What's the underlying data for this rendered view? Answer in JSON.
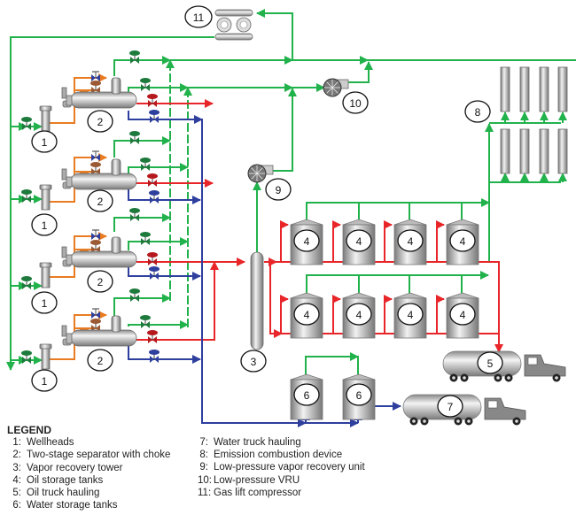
{
  "diagram": {
    "title": "Oil and gas production facility process flow",
    "colors": {
      "gas": "#22b24c",
      "production": "#e97c22",
      "oil": "#e8262a",
      "water": "#2e3f9e",
      "vessel": "#a8a8a8"
    },
    "labels": {
      "wellhead": "1",
      "separator": "2",
      "vapor_tower": "3",
      "oil_tank": "4",
      "oil_truck": "5",
      "water_tank": "6",
      "water_truck": "7",
      "combustion": "8",
      "lp_vru_unit": "9",
      "lp_vru": "10",
      "gas_lift": "11"
    }
  },
  "legend": {
    "title": "LEGEND",
    "items": [
      {
        "num": "1:",
        "text": "Wellheads"
      },
      {
        "num": "2:",
        "text": "Two-stage separator with choke"
      },
      {
        "num": "3:",
        "text": "Vapor recovery tower"
      },
      {
        "num": "4:",
        "text": "Oil storage tanks"
      },
      {
        "num": "5:",
        "text": "Oil truck hauling"
      },
      {
        "num": "6:",
        "text": "Water storage tanks"
      },
      {
        "num": "7:",
        "text": "Water truck hauling"
      },
      {
        "num": "8:",
        "text": "Emission combustion device"
      },
      {
        "num": "9:",
        "text": "Low-pressure vapor recovery unit"
      },
      {
        "num": "10:",
        "text": "Low-pressure VRU"
      },
      {
        "num": "11:",
        "text": "Gas lift compressor"
      }
    ]
  }
}
